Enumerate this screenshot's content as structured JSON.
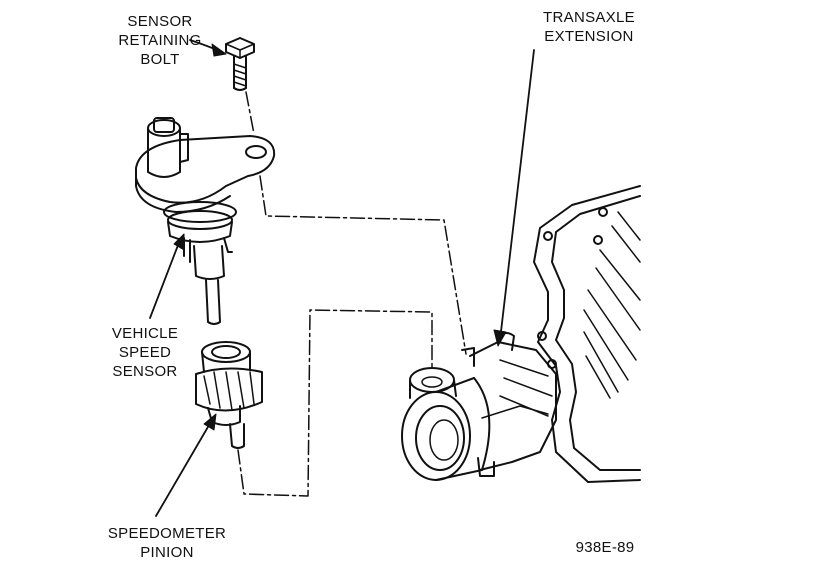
{
  "labels": {
    "sensor_bolt": [
      "SENSOR",
      "RETAINING",
      "BOLT"
    ],
    "transaxle_extension": [
      "TRANSAXLE",
      "EXTENSION"
    ],
    "vehicle_speed_sensor": [
      "VEHICLE",
      "SPEED",
      "SENSOR"
    ],
    "speedometer_pinion": [
      "SPEEDOMETER",
      "PINION"
    ]
  },
  "figure_number": "938E-89",
  "colors": {
    "ink": "#111111",
    "paper": "#ffffff"
  }
}
